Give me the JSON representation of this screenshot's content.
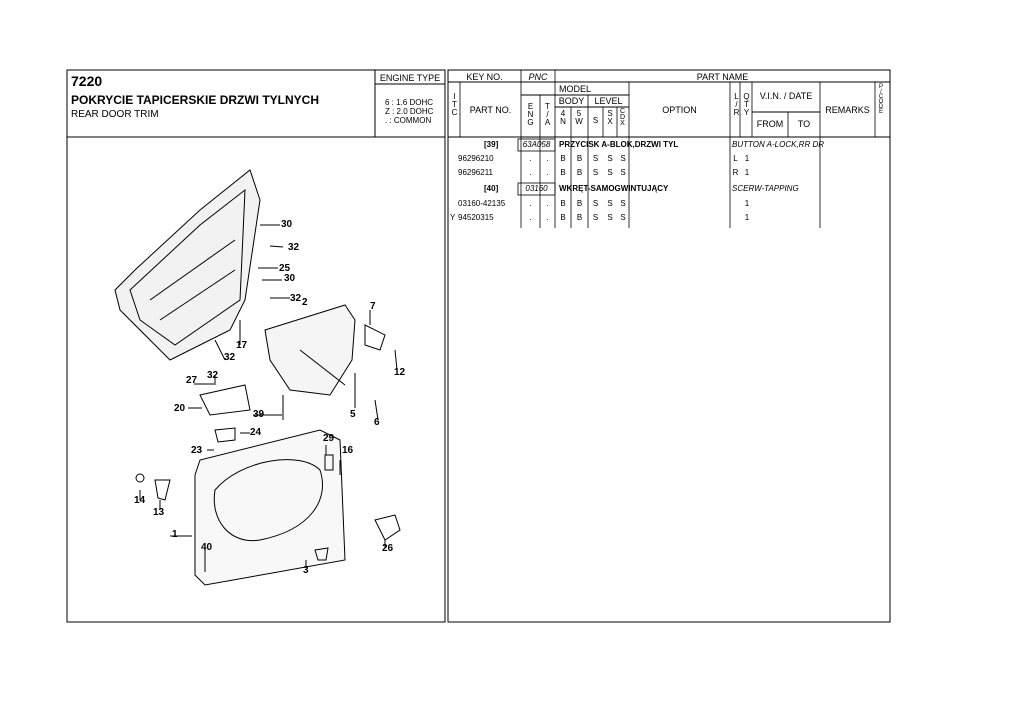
{
  "header": {
    "group_code": "7220",
    "title_pl": "POKRYCIE TAPICERSKIE DRZWI TYLNYCH",
    "title_en": "REAR DOOR TRIM",
    "engine_type_label": "ENGINE TYPE",
    "engine_types": [
      "6 : 1.6 DOHC",
      "Z : 2.0 DOHC",
      ". : COMMON"
    ]
  },
  "table_header": {
    "key_no": "KEY NO.",
    "pnc": "PNC",
    "part_name": "PART NAME",
    "itc": "ITC",
    "part_no": "PART NO.",
    "model": "MODEL",
    "eng": "ENG",
    "ta": "T/A",
    "body": "BODY",
    "body_4n": "4 N",
    "body_5w": "5 W",
    "level": "LEVEL",
    "level_s": "S",
    "level_sx": "S X",
    "level_cdx": "CDX",
    "option": "OPTION",
    "lr": "L/R",
    "qty": "QTY",
    "vin_date": "V.I.N. / DATE",
    "from": "FROM",
    "to": "TO",
    "remarks": "REMARKS",
    "pcode": "P/CODE"
  },
  "groups": [
    {
      "key": "[39]",
      "pnc": "63A058",
      "name_pl": "PRZYCISK A-BLOK,DRZWI TYL",
      "name_en": "BUTTON A-LOCK,RR DR",
      "parts": [
        {
          "itc": "",
          "part_no": "96296210",
          "eng": ".",
          "ta": ".",
          "n4": "B",
          "w5": "B",
          "s": "S",
          "sx": "S",
          "cdx": "S",
          "lr": "L",
          "qty": "1"
        },
        {
          "itc": "",
          "part_no": "96296211",
          "eng": ".",
          "ta": ".",
          "n4": "B",
          "w5": "B",
          "s": "S",
          "sx": "S",
          "cdx": "S",
          "lr": "R",
          "qty": "1"
        }
      ]
    },
    {
      "key": "[40]",
      "pnc": "03160",
      "name_pl": "WKRĘT-SAMOGWINTUJĄCY",
      "name_en": "SCERW-TAPPING",
      "parts": [
        {
          "itc": "",
          "part_no": "03160-42135",
          "eng": ".",
          "ta": ".",
          "n4": "B",
          "w5": "B",
          "s": "S",
          "sx": "S",
          "cdx": "S",
          "lr": "",
          "qty": "1"
        },
        {
          "itc": "Y",
          "part_no": "94520315",
          "eng": ".",
          "ta": ".",
          "n4": "B",
          "w5": "B",
          "s": "S",
          "sx": "S",
          "cdx": "S",
          "lr": "",
          "qty": "1"
        }
      ]
    }
  ],
  "callouts": [
    "30",
    "32",
    "25",
    "30",
    "32",
    "2",
    "7",
    "17",
    "32",
    "32",
    "12",
    "27",
    "20",
    "39",
    "5",
    "6",
    "24",
    "23",
    "29",
    "16",
    "14",
    "13",
    "1",
    "26",
    "40",
    "3"
  ]
}
